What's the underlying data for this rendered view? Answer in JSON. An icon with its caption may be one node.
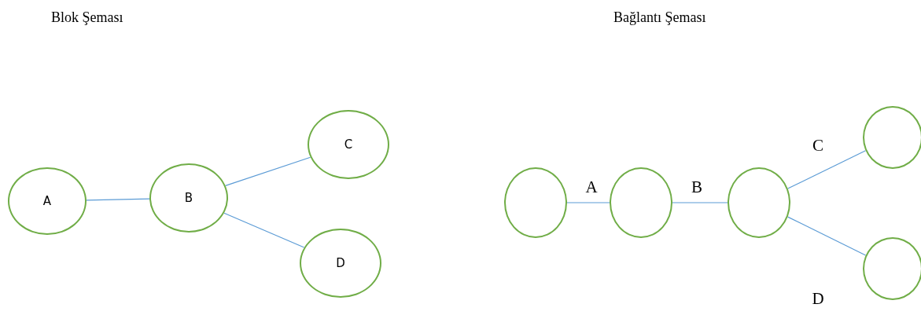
{
  "diagram": {
    "nodes": [
      {
        "text": [
          "A"
        ]
      },
      {
        "text": [
          "B"
        ]
      },
      {
        "text": [
          "C"
        ]
      },
      {
        "text": [
          "D"
        ]
      },
      {
        "text": [],
        "shape": "circle"
      },
      {
        "text": [],
        "shape": "circle"
      },
      {
        "text": [],
        "shape": "circle"
      },
      {
        "text": [],
        "shape": "circle"
      },
      {
        "text": [],
        "shape": "circle"
      }
    ],
    "edges": [
      {
        "from": 0,
        "to": 1,
        "arrow": "none"
      },
      {
        "from": 1,
        "to": 2,
        "arrow": "none"
      },
      {
        "from": 1,
        "to": 3,
        "arrow": "none"
      },
      {
        "from": 4,
        "to": 5,
        "arrow": "none",
        "label": "A"
      },
      {
        "from": 5,
        "to": 6,
        "arrow": "none",
        "label": "B"
      },
      {
        "from": 6,
        "to": 7,
        "arrow": "none",
        "label": "C"
      },
      {
        "from": 6,
        "to": 8,
        "arrow": "none",
        "label": "D"
      }
    ],
    "labels": [
      "Blok Şeması",
      "Bağlantı Şeması"
    ]
  }
}
